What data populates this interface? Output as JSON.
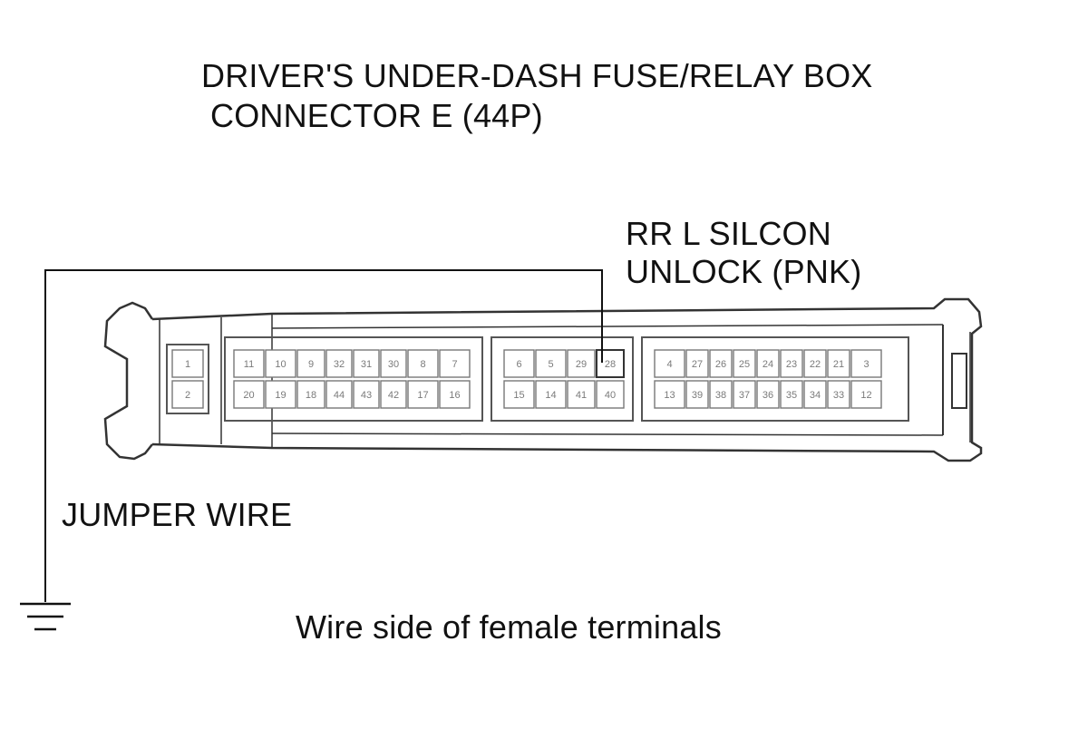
{
  "title": {
    "line1": "DRIVER'S UNDER-DASH FUSE/RELAY BOX",
    "line2": "CONNECTOR E (44P)"
  },
  "wire_label": {
    "line1": "RR L SILCON",
    "line2": "UNLOCK (PNK)"
  },
  "jumper_label": "JUMPER WIRE",
  "caption": "Wire side of female terminals",
  "connector": {
    "pins_left": [
      "1",
      "2"
    ],
    "block_a": {
      "top": [
        "11",
        "10",
        "9",
        "32",
        "31",
        "30",
        "8",
        "7"
      ],
      "bottom": [
        "20",
        "19",
        "18",
        "44",
        "43",
        "42",
        "17",
        "16"
      ]
    },
    "block_b": {
      "top": [
        "6",
        "5",
        "29",
        "28"
      ],
      "bottom": [
        "15",
        "14",
        "41",
        "40"
      ]
    },
    "block_c": {
      "top": [
        "4",
        "27",
        "26",
        "25",
        "24",
        "23",
        "22",
        "21",
        "3"
      ],
      "bottom": [
        "13",
        "39",
        "38",
        "37",
        "36",
        "35",
        "34",
        "33",
        "12"
      ]
    },
    "highlighted_pin": "28"
  },
  "icons": [
    "ground-symbol-icon"
  ]
}
